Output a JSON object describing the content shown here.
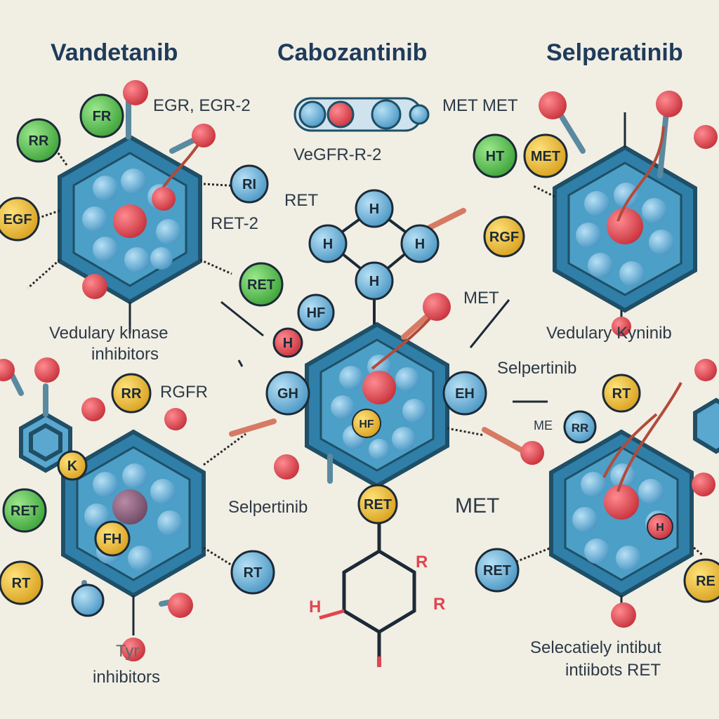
{
  "titles": {
    "vandetanib": "Vandetanib",
    "cabozantinib": "Cabozantinib",
    "selperatinib": "Selperatinib"
  },
  "labels": {
    "egr": "EGR, EGR-2",
    "vegfr": "VeGFR-R-2",
    "met_top": "MET MET",
    "ret_mid": "RET",
    "ret2": "RET-2",
    "met_center": "MET",
    "vedulary_line1": "Vedulary kinase",
    "vedulary_line2": "inhibitors",
    "vedulary_right": "Vedulary Kyninib",
    "selpertinib_right": "Selpertinib",
    "rgfr": "RGFR",
    "me": "ME",
    "selpertinib_mid": "Selpertinib",
    "met_big": "MET",
    "typ": "Tyr",
    "inhibitors_bottom": "inhibitors",
    "selectively_line1": "Selecatiely intibut",
    "selectively_line2": "intiibots RET",
    "bottom_h": "H",
    "bottom_r1": "R",
    "bottom_r2": "R"
  },
  "nodes": {
    "fr": "FR",
    "rr_left": "RR",
    "egf": "EGF",
    "ht": "HT",
    "met_node": "MET",
    "rgf": "RGF",
    "h_top": "H",
    "h_left": "H",
    "h_right": "H",
    "h_bottom": "H",
    "ret_green": "RET",
    "hf_node": "HF",
    "h_small": "H",
    "gh": "GH",
    "eh": "EH",
    "hf_center": "HF",
    "ret_center": "RET",
    "rr_bl": "RR",
    "k": "K",
    "ret_left": "RET",
    "fh": "FH",
    "rt_left": "RT",
    "rt_bottom": "RT",
    "rt_right": "RT",
    "ret_bottom_right": "RET",
    "re_edge": "RE",
    "rr_right": "RR",
    "h_right_hex": "H",
    "ri_node": "RI"
  },
  "colors": {
    "background": "#f1eee4",
    "hex_blue": "#3c8fb7",
    "hex_dark": "#1f4f66",
    "atom_red": "#e04650",
    "atom_green": "#5dc552",
    "atom_yellow": "#f0bf2e",
    "atom_blue": "#6fb3d9",
    "title": "#1f3b5a"
  }
}
